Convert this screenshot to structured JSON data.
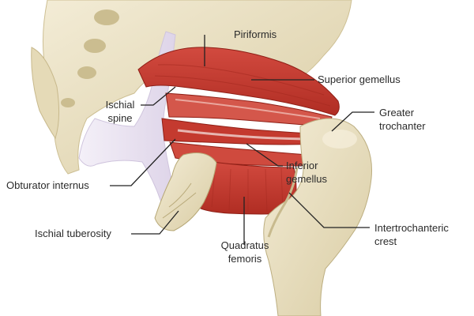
{
  "figure": {
    "colors": {
      "bone": "#ece3c5",
      "bone_shadow": "#cdbf93",
      "ligament": "#e8e1ef",
      "muscle": "#c9382d",
      "muscle_dark": "#9a2219",
      "muscle_light": "#e1655a",
      "leader_line": "#222222",
      "label_text": "#2b2b2b"
    },
    "labels": {
      "piriformis": [
        "Piriformis"
      ],
      "superior_gemellus": [
        "Superior gemellus"
      ],
      "greater_trochanter": [
        "Greater",
        "trochanter"
      ],
      "ischial_spine": [
        "Ischial",
        "spine"
      ],
      "inferior_gemellus": [
        "Inferior",
        "gemellus"
      ],
      "obturator_internus": [
        "Obturator internus"
      ],
      "intertrochanteric_crest": [
        "Intertrochanteric",
        "crest"
      ],
      "ischial_tuberosity": [
        "Ischial tuberosity"
      ],
      "quadratus_femoris": [
        "Quadratus",
        "femoris"
      ]
    }
  }
}
